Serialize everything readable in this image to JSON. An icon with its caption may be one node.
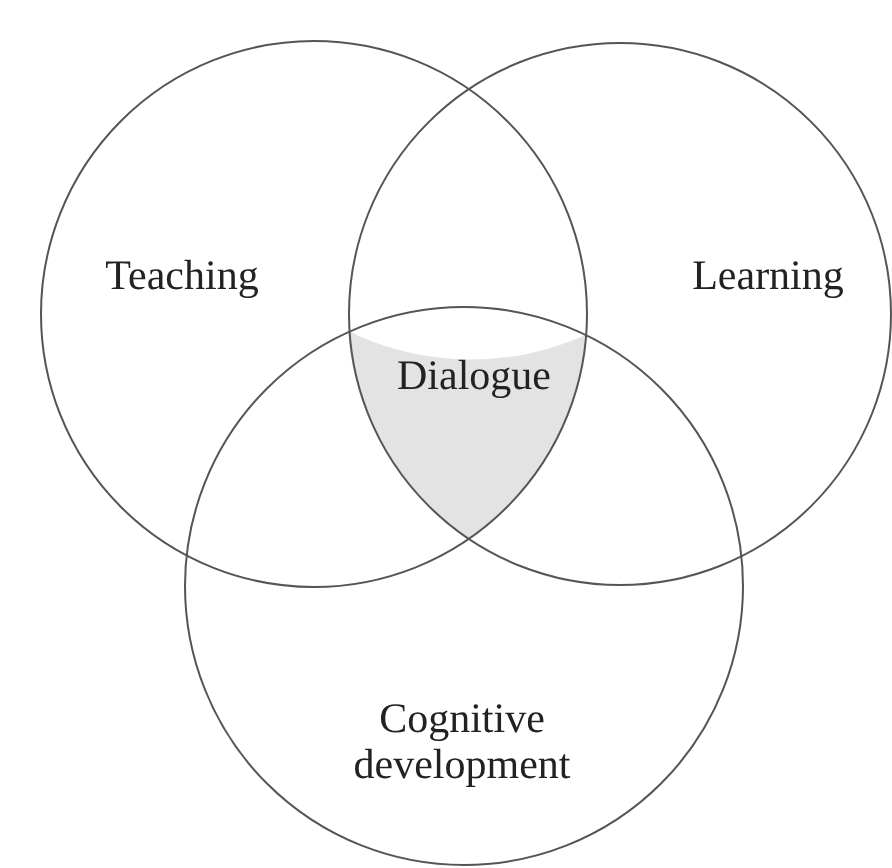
{
  "diagram": {
    "nodes": [
      {
        "text": [
          "Teaching"
        ]
      },
      {
        "text": [
          "Learning"
        ]
      },
      {
        "text": [
          "Cognitive development"
        ]
      },
      {
        "text": [
          "Dialogue"
        ]
      }
    ]
  }
}
